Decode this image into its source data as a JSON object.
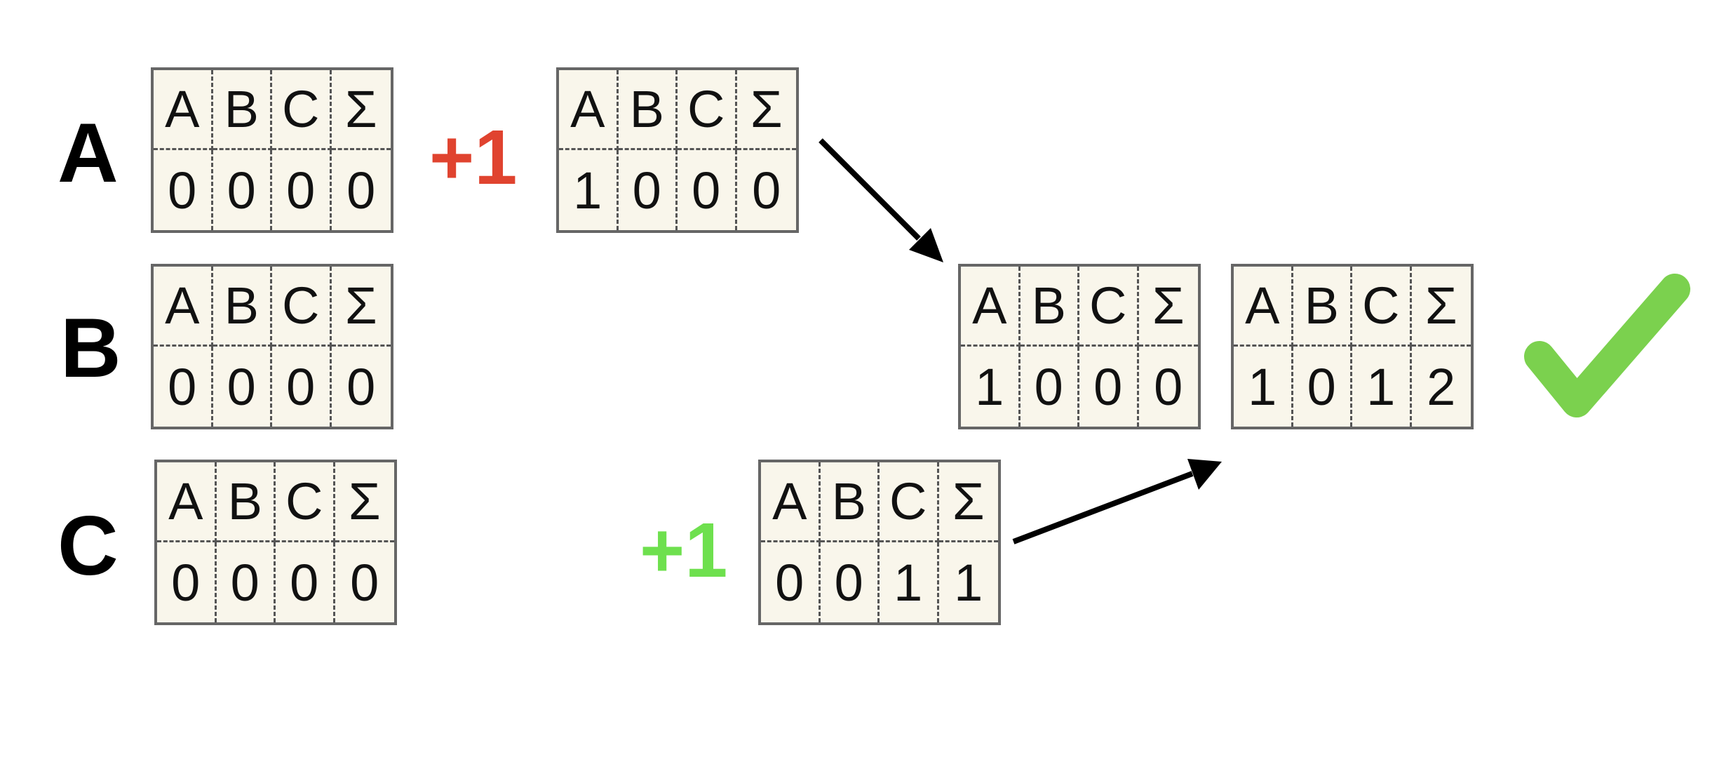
{
  "row_labels": [
    "A",
    "B",
    "C"
  ],
  "table_headers": [
    "A",
    "B",
    "C",
    "Σ"
  ],
  "tables": {
    "a_initial": [
      0,
      0,
      0,
      0
    ],
    "b_initial": [
      0,
      0,
      0,
      0
    ],
    "c_initial": [
      0,
      0,
      0,
      0
    ],
    "a_after": [
      1,
      0,
      0,
      0
    ],
    "c_after": [
      0,
      0,
      1,
      1
    ],
    "merge_received": [
      1,
      0,
      0,
      0
    ],
    "merge_result": [
      1,
      0,
      1,
      2
    ]
  },
  "increments": {
    "a": "+1",
    "c": "+1"
  },
  "colors": {
    "increment_a": "#e0432f",
    "increment_c": "#6ee04e",
    "checkmark": "#7bd14e",
    "arrow": "#000000",
    "table_fill": "#f9f6eb",
    "table_border": "#666666"
  },
  "icons": {
    "arrow_a_to_merge": "arrow-down-right",
    "arrow_c_to_merge": "arrow-up-right",
    "result": "checkmark-icon"
  }
}
